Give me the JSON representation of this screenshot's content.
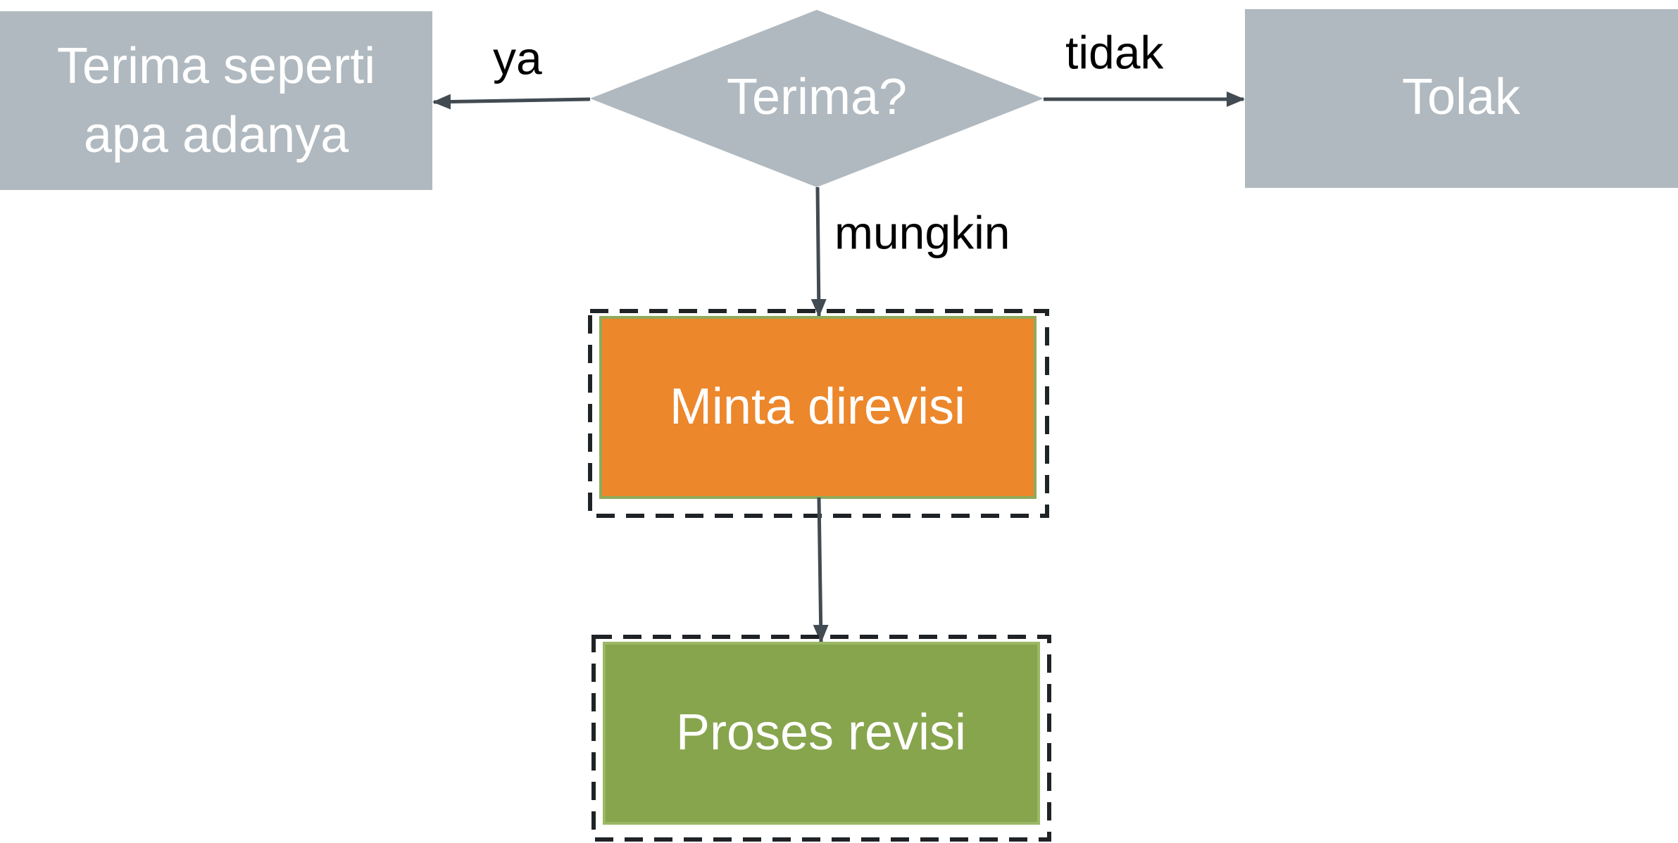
{
  "nodes": {
    "accept_as_is": {
      "line1": "Terima seperti",
      "line2": "apa adanya"
    },
    "decision": {
      "label": "Terima?"
    },
    "reject": {
      "label": "Tolak"
    },
    "request_revision": {
      "label": "Minta direvisi"
    },
    "revision_process": {
      "label": "Proses revisi"
    }
  },
  "edges": {
    "yes": "ya",
    "no": "tidak",
    "maybe": "mungkin"
  },
  "colors": {
    "gray": "#b0b9bf",
    "orange": "#ec872c",
    "green": "#87a54d",
    "arrow": "#424b52",
    "dash": "#1f2326"
  }
}
